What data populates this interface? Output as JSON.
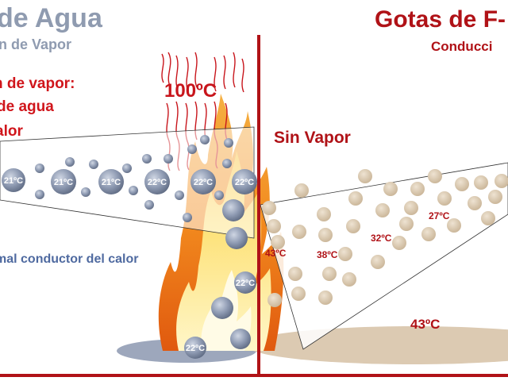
{
  "left_panel": {
    "title": "de Agua",
    "subtitle": "n de Vapor",
    "steam_lines": [
      "n de vapor:",
      "de agua",
      "alor"
    ],
    "steam_temperature": "100ºC",
    "poor_conductor": "mal conductor del calor",
    "drop_temperatures": [
      "21ºC",
      "21ºC",
      "21ºC",
      "22ºC",
      "22ºC",
      "22ºC",
      "22ºC",
      "22ºC"
    ]
  },
  "right_panel": {
    "title": "Gotas de F-",
    "subtitle": "Conducci",
    "no_vapor": "Sin Vapor",
    "drop_temperatures": [
      "43ºC",
      "38ºC",
      "32ºC",
      "27ºC"
    ],
    "surface_temperature": "43ºC"
  },
  "colors": {
    "title_gray": "#8f9bb0",
    "title_red": "#b01217",
    "text_red": "#d0151b",
    "blue_text": "#4f6aa0",
    "divider_red": "#b01217",
    "gray_drop": "#8c98b0",
    "tan_drop": "#d4c2a8"
  }
}
